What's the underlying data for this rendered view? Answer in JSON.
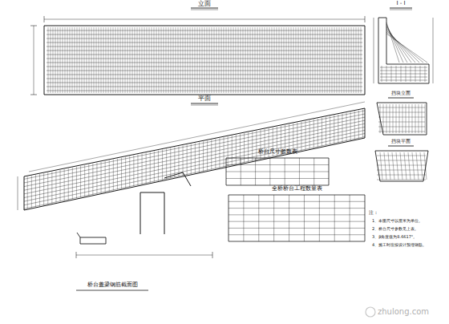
{
  "diagram": {
    "labels": [
      "立面",
      "I - I",
      "平面",
      "挡块立面",
      "挡块平面",
      "桥台尺寸参数表",
      "全桥桥台工程数量表",
      "注：",
      "1、本图尺寸以厘米为单位。",
      "2、桥台尺寸参数见上表。",
      "3、β角度值为8.6617°。",
      "4、施工时应按设计预埋钢筋。",
      "桥台盖梁钢筋截面图",
      "zhulong.com"
    ]
  }
}
